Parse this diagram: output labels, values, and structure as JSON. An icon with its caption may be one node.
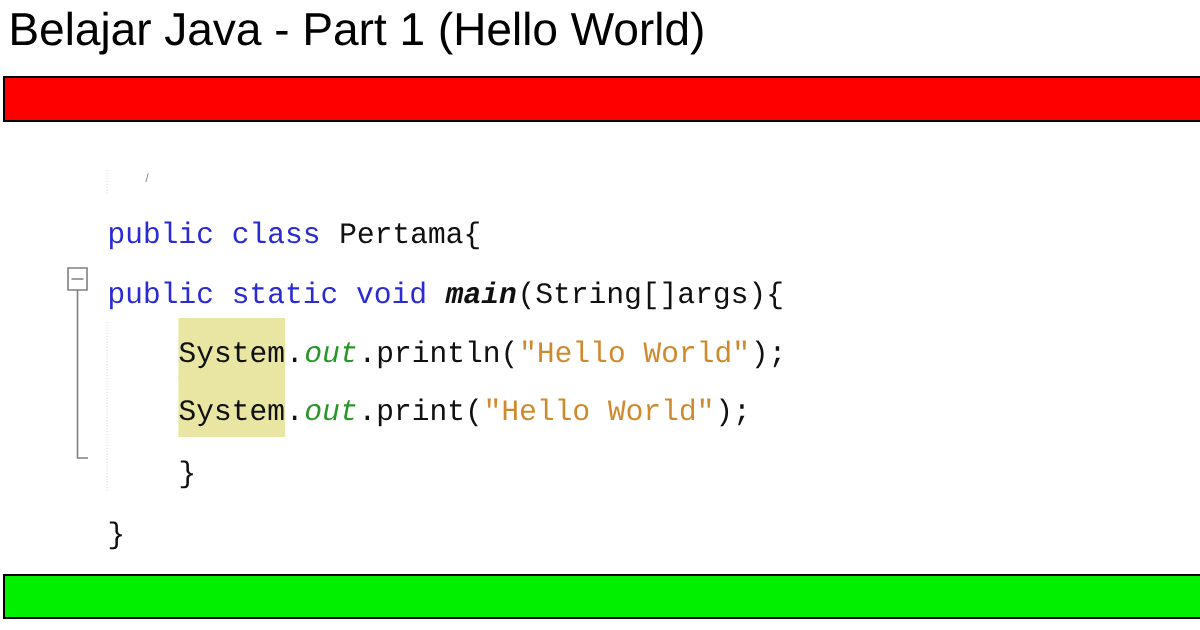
{
  "diagram": {
    "title": "Belajar Java - Part 1 (Hello World)",
    "labels": [
      "/",
      "public class",
      "Pertama{",
      "public static void",
      "main",
      "(String[]args){",
      "System",
      ".",
      "out",
      ".println(",
      "\"Hello World\"",
      ");",
      "System",
      ".",
      "out",
      ".print(",
      "\"Hello World\"",
      ");",
      "}",
      "}"
    ]
  }
}
